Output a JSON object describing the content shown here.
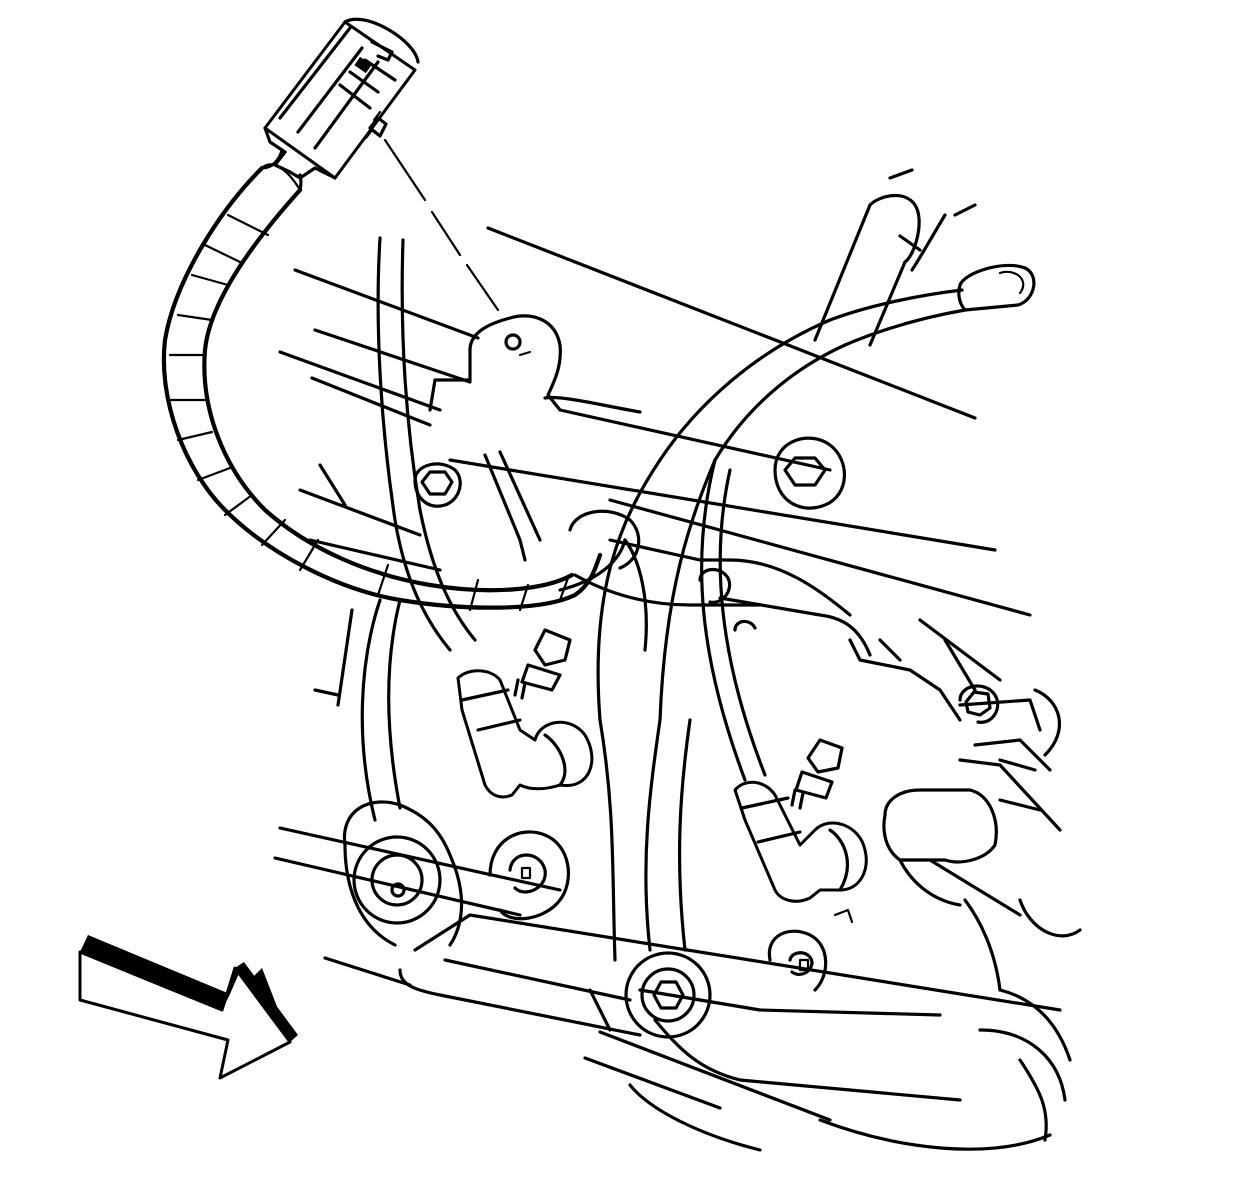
{
  "diagram": {
    "colors": {
      "background": "#ffffff",
      "ink": "#000000"
    },
    "components": [
      "harness-connector",
      "wiring-harness",
      "harness-retainer-pin",
      "engine-block",
      "cylinder-head",
      "coolant-pipe",
      "mounting-bolt",
      "spark-plug-wire",
      "spark-plug-boot",
      "spark-plug",
      "exhaust-manifold",
      "view-direction-arrow"
    ],
    "icons": {
      "direction": "view-direction-arrow-icon"
    }
  }
}
